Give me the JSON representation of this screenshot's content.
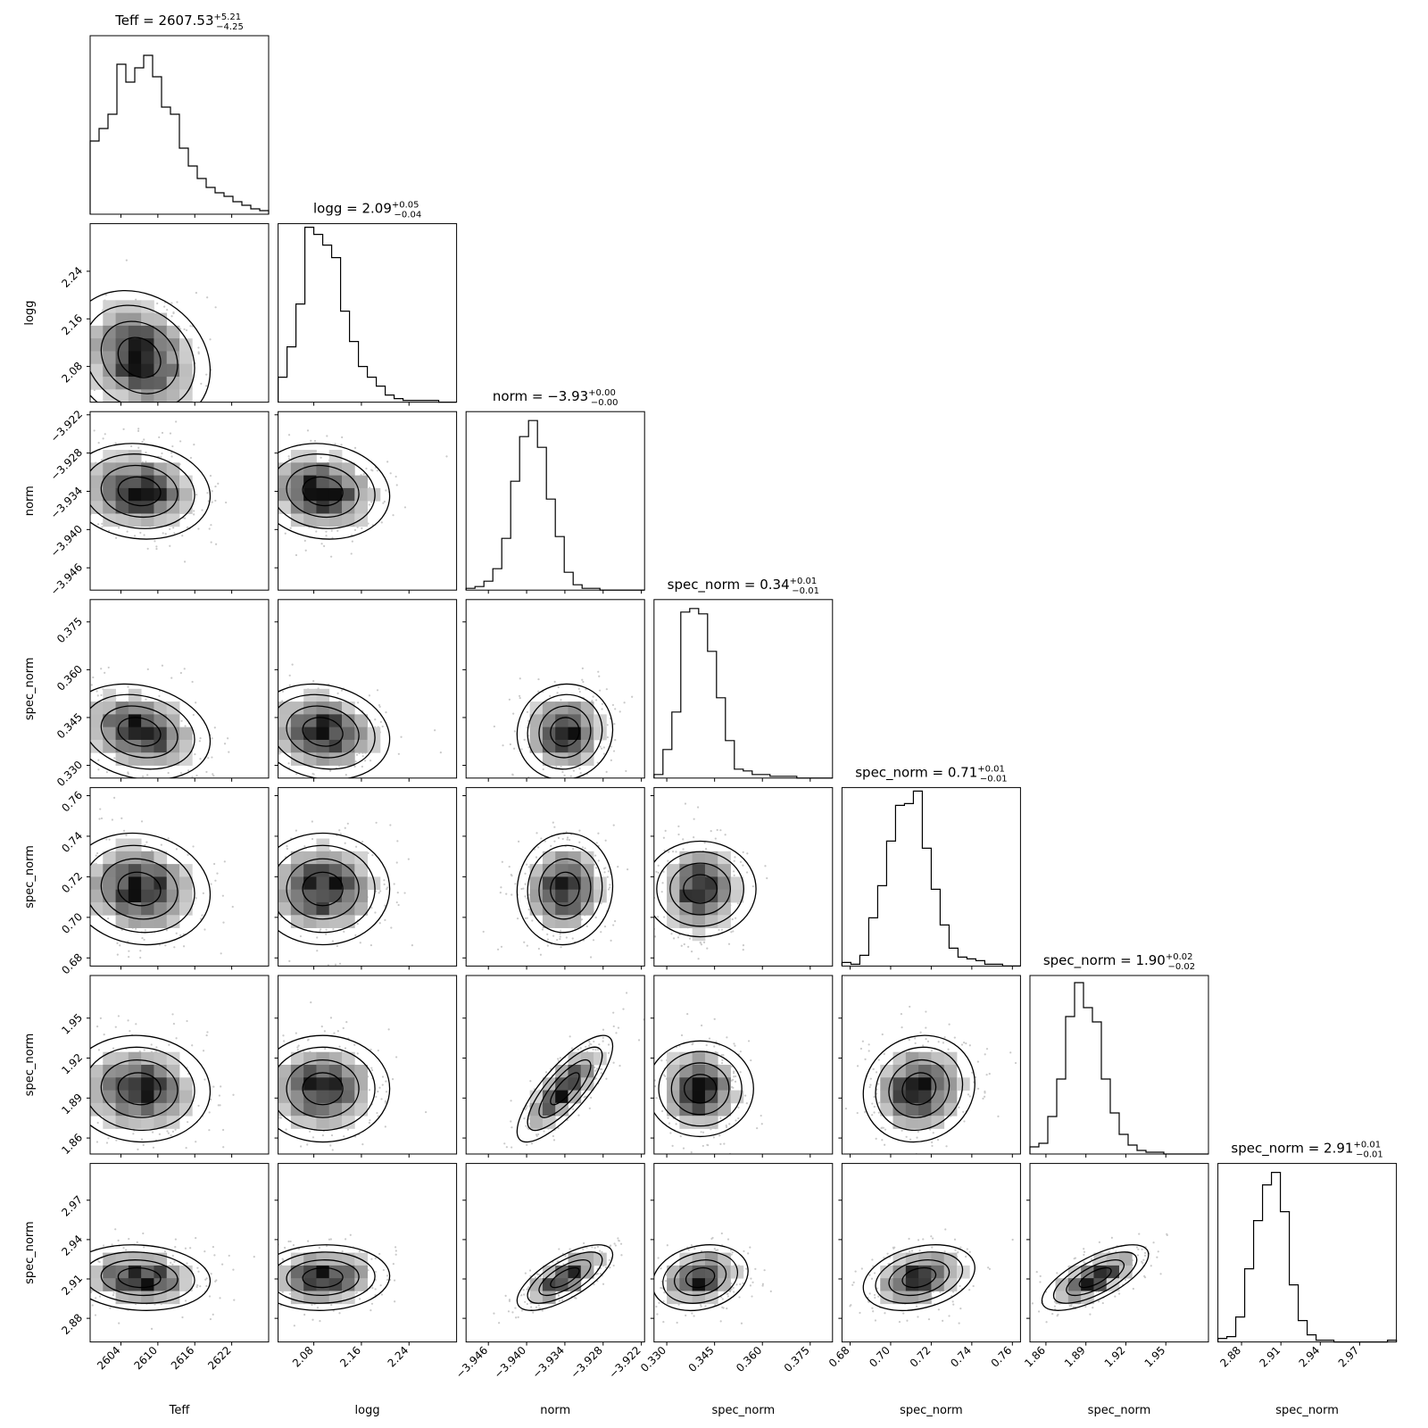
{
  "chart_data": {
    "type": "corner",
    "parameters": [
      {
        "label": "Teff",
        "title_name": "Teff",
        "median": "2607.53",
        "err_plus": "+5.21",
        "err_minus": "−4.25",
        "range": [
          2599,
          2628
        ],
        "ticks": [
          "2604",
          "2610",
          "2616",
          "2622"
        ],
        "tick_values": [
          2604,
          2610,
          2616,
          2622
        ],
        "hist": [
          0.41,
          0.48,
          0.56,
          0.84,
          0.74,
          0.82,
          0.89,
          0.77,
          0.6,
          0.56,
          0.37,
          0.27,
          0.2,
          0.15,
          0.12,
          0.1,
          0.07,
          0.05,
          0.03,
          0.02
        ]
      },
      {
        "label": "logg",
        "title_name": "logg",
        "median": "2.09",
        "err_plus": "+0.05",
        "err_minus": "−0.04",
        "range": [
          2.02,
          2.32
        ],
        "ticks": [
          "2.08",
          "2.16",
          "2.24"
        ],
        "tick_values": [
          2.08,
          2.16,
          2.24
        ],
        "hist": [
          0.14,
          0.31,
          0.55,
          0.98,
          0.94,
          0.88,
          0.81,
          0.51,
          0.34,
          0.2,
          0.14,
          0.09,
          0.04,
          0.02,
          0.01,
          0.01,
          0.01,
          0.01,
          0.0,
          0.0
        ]
      },
      {
        "label": "norm",
        "title_name": "norm",
        "median": "−3.93",
        "err_plus": "+0.00",
        "err_minus": "−0.00",
        "range": [
          -3.9495,
          -3.9215
        ],
        "ticks": [
          "−3.946",
          "−3.940",
          "−3.934",
          "−3.928",
          "−3.922"
        ],
        "tick_values": [
          -3.946,
          -3.94,
          -3.934,
          -3.928,
          -3.922
        ],
        "hist": [
          0.01,
          0.02,
          0.05,
          0.12,
          0.29,
          0.61,
          0.86,
          0.95,
          0.8,
          0.51,
          0.3,
          0.1,
          0.03,
          0.01,
          0.01,
          0.0,
          0.0,
          0.0,
          0.0,
          0.0
        ]
      },
      {
        "label": "spec_norm",
        "title_name": "spec_norm",
        "median": "0.34",
        "err_plus": "+0.01",
        "err_minus": "−0.01",
        "range": [
          0.326,
          0.382
        ],
        "ticks": [
          "0.330",
          "0.345",
          "0.360",
          "0.375"
        ],
        "tick_values": [
          0.33,
          0.345,
          0.36,
          0.375
        ],
        "hist": [
          0.02,
          0.16,
          0.37,
          0.93,
          0.95,
          0.92,
          0.71,
          0.45,
          0.21,
          0.05,
          0.04,
          0.02,
          0.02,
          0.01,
          0.01,
          0.01,
          0.0,
          0.0,
          0.0,
          0.0
        ]
      },
      {
        "label": "spec_norm",
        "title_name": "spec_norm",
        "median": "0.71",
        "err_plus": "+0.01",
        "err_minus": "−0.01",
        "range": [
          0.676,
          0.764
        ],
        "ticks": [
          "0.68",
          "0.70",
          "0.72",
          "0.74",
          "0.76"
        ],
        "tick_values": [
          0.68,
          0.7,
          0.72,
          0.74,
          0.76
        ],
        "hist": [
          0.02,
          0.01,
          0.06,
          0.27,
          0.45,
          0.7,
          0.9,
          0.91,
          0.98,
          0.66,
          0.43,
          0.23,
          0.1,
          0.05,
          0.04,
          0.03,
          0.01,
          0.01,
          0.0,
          0.0
        ]
      },
      {
        "label": "spec_norm",
        "title_name": "spec_norm",
        "median": "1.90",
        "err_plus": "+0.02",
        "err_minus": "−0.02",
        "range": [
          1.848,
          1.982
        ],
        "ticks": [
          "1.86",
          "1.89",
          "1.92",
          "1.95"
        ],
        "tick_values": [
          1.86,
          1.89,
          1.92,
          1.95
        ],
        "hist": [
          0.04,
          0.06,
          0.21,
          0.42,
          0.77,
          0.96,
          0.82,
          0.74,
          0.42,
          0.23,
          0.11,
          0.05,
          0.02,
          0.01,
          0.01,
          0.0,
          0.0,
          0.0,
          0.0,
          0.0
        ]
      },
      {
        "label": "spec_norm",
        "title_name": "spec_norm",
        "median": "2.91",
        "err_plus": "+0.01",
        "err_minus": "−0.01",
        "range": [
          2.862,
          2.998
        ],
        "ticks": [
          "2.88",
          "2.91",
          "2.94",
          "2.97"
        ],
        "tick_values": [
          2.88,
          2.91,
          2.94,
          2.97
        ],
        "hist": [
          0.02,
          0.03,
          0.14,
          0.41,
          0.68,
          0.88,
          0.95,
          0.73,
          0.32,
          0.12,
          0.04,
          0.01,
          0.01,
          0.0,
          0.0,
          0.0,
          0.0,
          0.0,
          0.0,
          0.01
        ]
      }
    ],
    "joint": {
      "1_0": {
        "mx": 2607.0,
        "my": 2.095,
        "sx": 4.6,
        "sy": 0.045,
        "rho": -0.2
      },
      "2_0": {
        "mx": 2607.0,
        "my": -3.934,
        "sx": 4.6,
        "sy": 0.003,
        "rho": -0.1
      },
      "2_1": {
        "mx": 2.095,
        "my": -3.934,
        "sx": 0.045,
        "sy": 0.003,
        "rho": -0.1
      },
      "3_0": {
        "mx": 2607.0,
        "my": 0.3405,
        "sx": 4.6,
        "sy": 0.006,
        "rho": -0.2
      },
      "3_1": {
        "mx": 2.095,
        "my": 0.3405,
        "sx": 0.045,
        "sy": 0.006,
        "rho": -0.15
      },
      "3_2": {
        "mx": -3.934,
        "my": 0.3405,
        "sx": 0.003,
        "sy": 0.006,
        "rho": 0.05
      },
      "4_0": {
        "mx": 2607.0,
        "my": 0.714,
        "sx": 4.6,
        "sy": 0.011,
        "rho": -0.1
      },
      "4_1": {
        "mx": 2.095,
        "my": 0.714,
        "sx": 0.045,
        "sy": 0.011,
        "rho": 0.0
      },
      "4_2": {
        "mx": -3.934,
        "my": 0.714,
        "sx": 0.003,
        "sy": 0.011,
        "rho": 0.05
      },
      "4_3": {
        "mx": 0.3405,
        "my": 0.714,
        "sx": 0.006,
        "sy": 0.011,
        "rho": 0.0
      },
      "5_0": {
        "mx": 2607.0,
        "my": 1.897,
        "sx": 4.6,
        "sy": 0.016,
        "rho": -0.05
      },
      "5_1": {
        "mx": 2.095,
        "my": 1.897,
        "sx": 0.045,
        "sy": 0.016,
        "rho": 0.0
      },
      "5_2": {
        "mx": -3.934,
        "my": 1.897,
        "sx": 0.003,
        "sy": 0.016,
        "rho": 0.8
      },
      "5_3": {
        "mx": 0.3405,
        "my": 1.897,
        "sx": 0.006,
        "sy": 0.016,
        "rho": 0.0
      },
      "5_4": {
        "mx": 0.714,
        "my": 1.897,
        "sx": 0.011,
        "sy": 0.016,
        "rho": 0.1
      },
      "6_0": {
        "mx": 2607.0,
        "my": 2.911,
        "sx": 4.6,
        "sy": 0.01,
        "rho": -0.1
      },
      "6_1": {
        "mx": 2.095,
        "my": 2.911,
        "sx": 0.045,
        "sy": 0.01,
        "rho": 0.05
      },
      "6_2": {
        "mx": -3.934,
        "my": 2.911,
        "sx": 0.003,
        "sy": 0.01,
        "rho": 0.7
      },
      "6_3": {
        "mx": 0.3405,
        "my": 2.911,
        "sx": 0.006,
        "sy": 0.01,
        "rho": 0.2
      },
      "6_4": {
        "mx": 0.714,
        "my": 2.911,
        "sx": 0.011,
        "sy": 0.01,
        "rho": 0.3
      },
      "6_5": {
        "mx": 1.897,
        "my": 2.911,
        "sx": 0.016,
        "sy": 0.01,
        "rho": 0.7
      }
    }
  }
}
